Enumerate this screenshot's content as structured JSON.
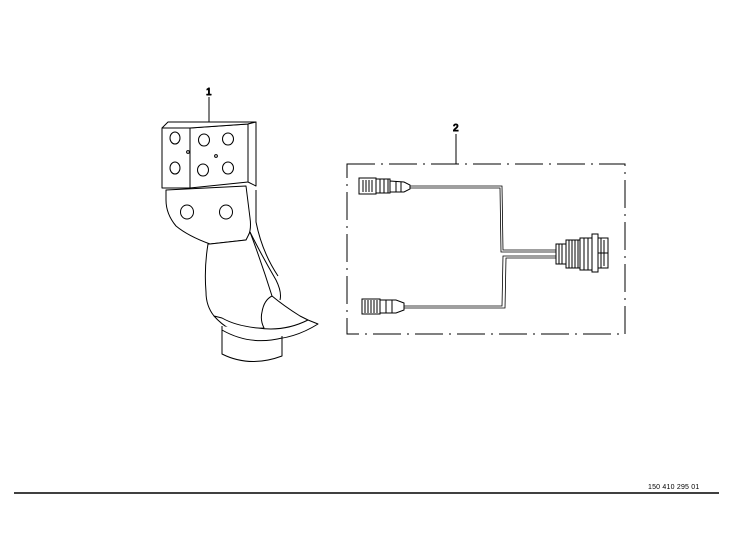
{
  "callouts": {
    "part_1": "1",
    "part_2": "2"
  },
  "footer": {
    "document_number": "150 410 295 01"
  },
  "colors": {
    "line": "#000000",
    "background": "#ffffff"
  }
}
